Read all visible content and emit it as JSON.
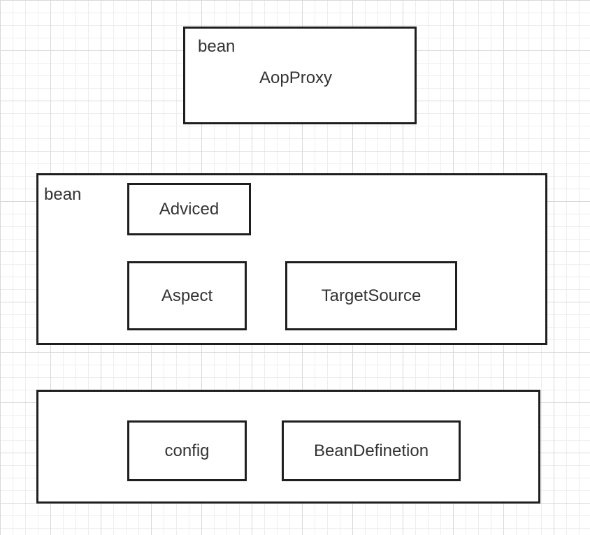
{
  "groups": {
    "proxy": {
      "label": "bean",
      "title": "AopProxy"
    },
    "advised": {
      "label": "bean",
      "items": {
        "adviced": "Adviced",
        "aspect": "Aspect",
        "target_source": "TargetSource"
      }
    },
    "config_group": {
      "items": {
        "config": "config",
        "bean_definition": "BeanDefinetion"
      }
    }
  },
  "colors": {
    "border": "#1f1f1f",
    "text": "#333333",
    "grid_major": "#d9d9d9",
    "grid_minor": "#eeeeee"
  }
}
